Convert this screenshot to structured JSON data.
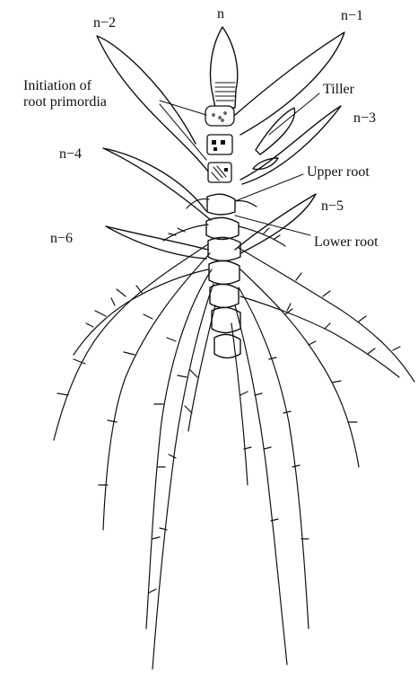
{
  "labels": {
    "n": "n",
    "n_minus_1": "n−1",
    "n_minus_2": "n−2",
    "n_minus_3": "n−3",
    "n_minus_4": "n−4",
    "n_minus_5": "n−5",
    "n_minus_6": "n−6",
    "initiation_line1": "Initiation of",
    "initiation_line2": "root primordia",
    "tiller": "Tiller",
    "upper_root": "Upper root",
    "lower_root": "Lower root"
  }
}
